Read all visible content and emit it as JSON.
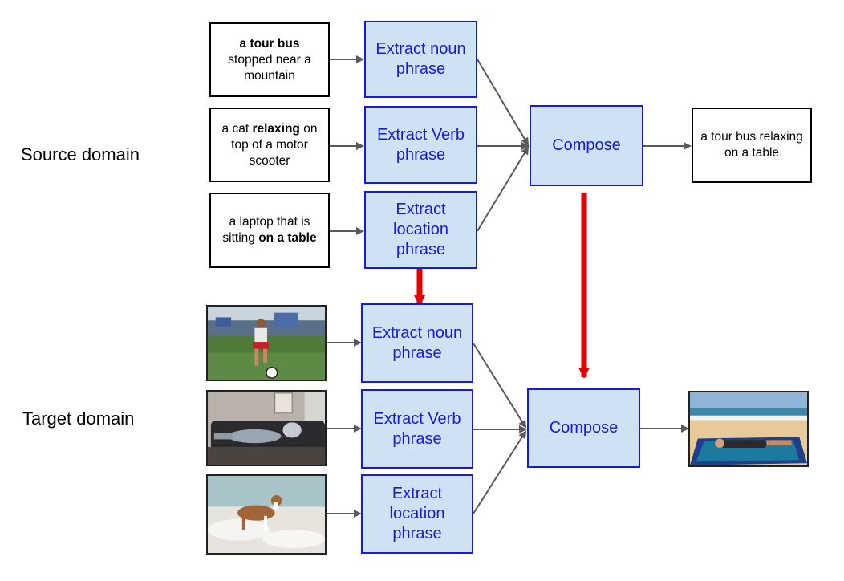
{
  "labels": {
    "source_domain": "Source domain",
    "target_domain": "Target domain"
  },
  "source": {
    "captions": [
      {
        "pre": "",
        "bold": "a tour bus",
        "post": " stopped near a mountain"
      },
      {
        "pre": "a cat ",
        "bold": "relaxing",
        "post": " on top of a motor scooter"
      },
      {
        "pre": "a laptop that is sitting ",
        "bold": "on a table",
        "post": ""
      }
    ],
    "extract_boxes": [
      "Extract noun phrase",
      "Extract Verb phrase",
      "Extract location phrase"
    ],
    "compose": "Compose",
    "output_caption": "a tour bus relaxing on a table"
  },
  "target": {
    "images": [
      "boy-kicking-soccer-ball",
      "person-lying-on-couch",
      "dog-running-on-beach"
    ],
    "extract_boxes": [
      "Extract noun phrase",
      "Extract Verb phrase",
      "Extract location phrase"
    ],
    "compose": "Compose",
    "output_image": "boy-lying-on-beach-towel"
  },
  "colors": {
    "box_fill": "#cfe2f3",
    "box_border": "#1a1adf",
    "arrow": "#595959",
    "transfer_arrow": "#e00000"
  }
}
